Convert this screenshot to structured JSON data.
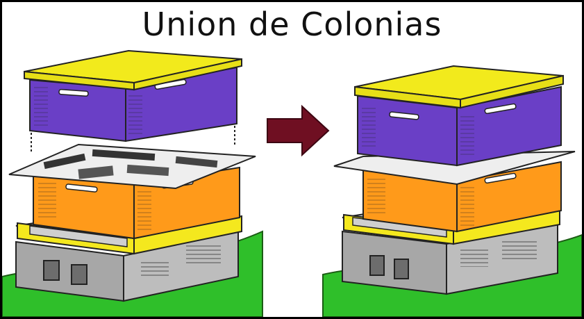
{
  "title": "Union de Colonias",
  "colors": {
    "frame": "#000000",
    "lid": "#f2ea1c",
    "top_box": "#6a3fc6",
    "bottom_box": "#ff9a1a",
    "base_board": "#f4e81e",
    "cinder_block": "#a7a7a7",
    "grass": "#2fbf2a",
    "arrow": "#6f0f22",
    "newspaper": "#eeeeee"
  },
  "panels": [
    {
      "name": "before",
      "layers": [
        "lid",
        "top-box",
        "newspaper",
        "bottom-box",
        "base",
        "cinder-blocks",
        "grass"
      ]
    },
    {
      "name": "after",
      "layers": [
        "lid",
        "top-box",
        "newspaper",
        "bottom-box",
        "base",
        "cinder-blocks",
        "grass"
      ]
    }
  ],
  "icons": {
    "arrow": "right-arrow-icon"
  }
}
